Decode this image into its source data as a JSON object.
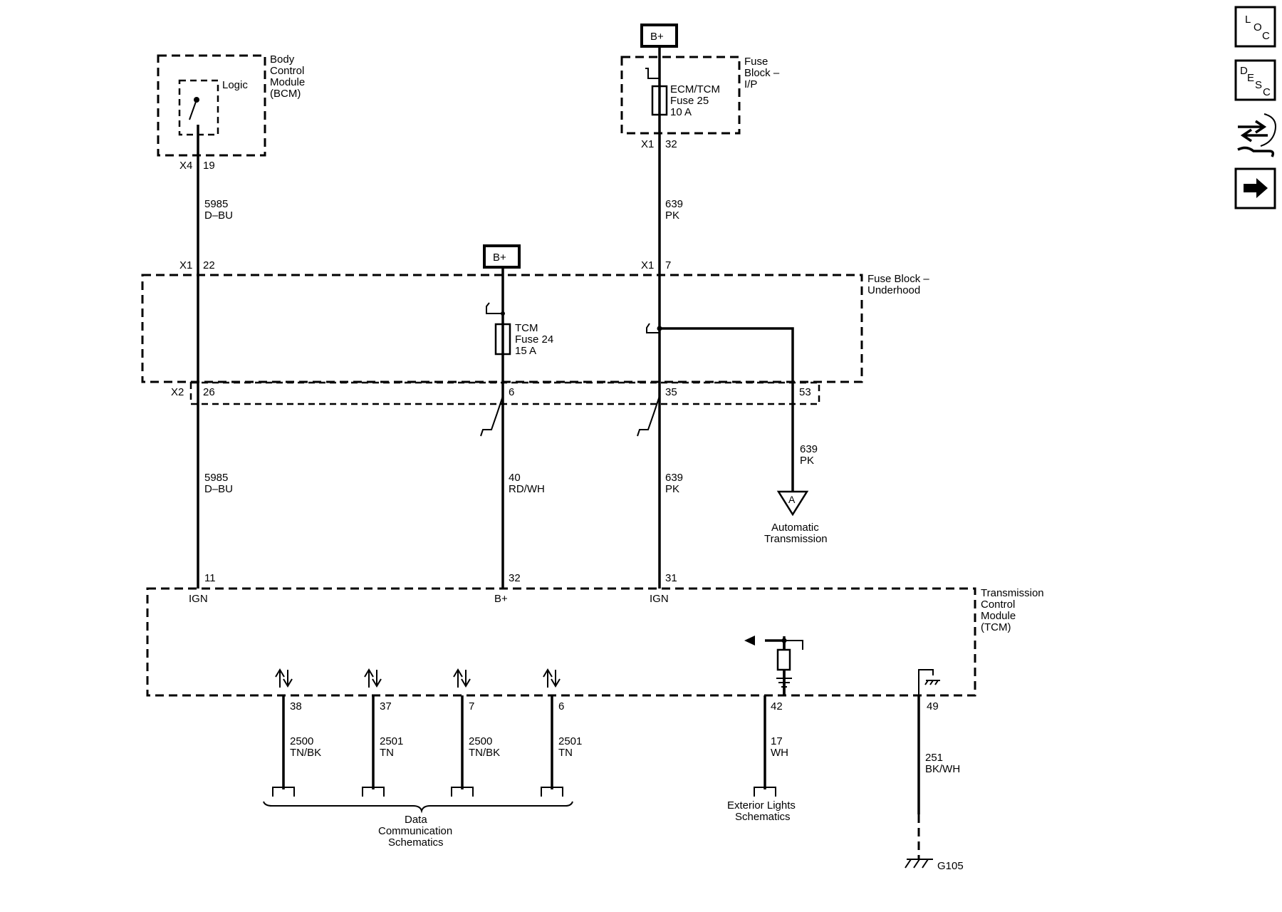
{
  "nav": {
    "loc_letters": [
      "L",
      "O",
      "C"
    ],
    "desc_letters": [
      "D",
      "E",
      "S",
      "C"
    ],
    "tools_icon": "connector-tools-icon",
    "next_icon": "right-arrow-icon"
  },
  "power": {
    "bplus_top": "B+",
    "bplus_mid": "B+"
  },
  "bcm": {
    "title_lines": [
      "Body",
      "Control",
      "Module",
      "(BCM)"
    ],
    "logic_label": "Logic",
    "connector": "X4",
    "pin": "19"
  },
  "fuse_ip": {
    "title_lines": [
      "Fuse",
      "Block –",
      "I/P"
    ],
    "fuse_lines": [
      "ECM/TCM",
      "Fuse 25",
      "10 A"
    ],
    "connector": "X1",
    "pin": "32"
  },
  "wires": {
    "w5985_top": [
      "5985",
      "D–BU"
    ],
    "w639_top": [
      "639",
      "PK"
    ],
    "w5985_bottom": [
      "5985",
      "D–BU"
    ],
    "w40": [
      "40",
      "RD/WH"
    ],
    "w639_bottom": [
      "639",
      "PK"
    ],
    "w639_branch": [
      "639",
      "PK"
    ],
    "w2500_a": [
      "2500",
      "TN/BK"
    ],
    "w2501_a": [
      "2501",
      "TN"
    ],
    "w2500_b": [
      "2500",
      "TN/BK"
    ],
    "w2501_b": [
      "2501",
      "TN"
    ],
    "w17": [
      "17",
      "WH"
    ],
    "w251": [
      "251",
      "BK/WH"
    ]
  },
  "fuse_uh": {
    "title_lines": [
      "Fuse Block –",
      "Underhood"
    ],
    "x1_connector": "X1",
    "x1_pin_left": "22",
    "x1_pin_right": "7",
    "tcm_fuse_lines": [
      "TCM",
      "Fuse 24",
      "15 A"
    ],
    "x2_connector": "X2",
    "x2_pins": [
      "26",
      "6",
      "35",
      "53"
    ]
  },
  "offpage": {
    "letter": "A",
    "label_lines": [
      "Automatic",
      "Transmission"
    ]
  },
  "tcm": {
    "title_lines": [
      "Transmission",
      "Control",
      "Module",
      "(TCM)"
    ],
    "top_pins": [
      "11",
      "32",
      "31"
    ],
    "top_labels": [
      "IGN",
      "B+",
      "IGN"
    ],
    "bottom_pins": [
      "38",
      "37",
      "7",
      "6",
      "42",
      "49"
    ]
  },
  "refs": {
    "data_comm_lines": [
      "Data",
      "Communication",
      "Schematics"
    ],
    "ext_lights_lines": [
      "Exterior Lights",
      "Schematics"
    ],
    "ground": "G105"
  }
}
